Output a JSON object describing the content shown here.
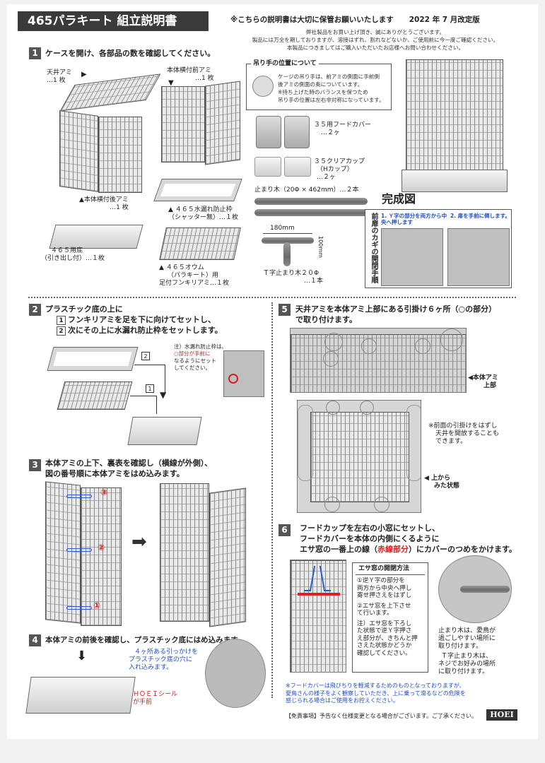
{
  "header": {
    "title": "465パラキート 組立説明書",
    "notice": "※こちらの説明書は大切に保管お願いいたします",
    "revision": "2022 年 7 月改定版",
    "sub_lines": [
      "弊社製品をお買い上げ頂き、誠にありがとうございます。",
      "製品には万全を期しておりますが、溶接はずれ、割れなどないか、ご使用前に今一度ご確認ください。",
      "本製品につきましてはご購入いただいたお店様へお問い合わせください。"
    ]
  },
  "step1": {
    "num": "1",
    "text": "ケースを開け、各部品の数を確認してください。",
    "parts": {
      "ceiling": [
        "天井アミ",
        "…1 枚"
      ],
      "front": [
        "本体横付前アミ",
        "…1 枚"
      ],
      "rear": [
        "▲本体横付後アミ",
        "…1 枚"
      ],
      "bottom": [
        "４６５用底",
        "（引き出し付）…１枚"
      ],
      "leakguard": [
        "▲ ４６５水漏れ防止枠",
        "（シャッター無）…１枚"
      ],
      "grate": [
        "▲ ４６５オウム",
        "（パラキート）用",
        "足付フンキリアミ…１枚"
      ]
    },
    "hanger": {
      "title": "吊り手の位置について",
      "lines": [
        "ケージの吊り手は、前アミの側面に手前側",
        "後アミの側面の奥についています。",
        "※持ち上げた時のバランスを保つため",
        "吊り手の位置は左右非対称になっています。"
      ]
    },
    "food_cover": [
      "３５用フードカバー",
      "…２ヶ"
    ],
    "clear_cup": [
      "３５クリアカップ",
      "（Hカップ）",
      "…２ヶ"
    ],
    "perch_label": "止まり木（20Φ × 462mm）…２本",
    "t_dim_w": "180mm",
    "t_dim_h": "100mm",
    "t_perch": [
      "Ｔ字止まり木２０Φ",
      "…１本"
    ],
    "complete": "完成図",
    "door_side": "前扉のカギの開閉手順",
    "door_step1": "1. Ｙ字の部分を両方から中央へ押します",
    "door_step2": "2. 扉を手前に倒します。"
  },
  "step2": {
    "num": "2",
    "line1": "プラスチック底の上に",
    "items": [
      {
        "n": "1",
        "text": "フンキリアミを足を下に向けてセットし、"
      },
      {
        "n": "2",
        "text": "次にその上に水漏れ防止枠をセットします。"
      }
    ],
    "note_lines": [
      "注）水漏れ防止枠は、",
      "○部分が手前に",
      "なるようにセット",
      "してください。"
    ],
    "mark2": "2",
    "mark1": "1"
  },
  "step3": {
    "num": "3",
    "lines": [
      "本体アミの上下、裏表を確認し（横線が外側）、",
      "図の番号順に本体アミをはめ込みます。"
    ],
    "circled": [
      "③",
      "②",
      "①"
    ]
  },
  "step4": {
    "num": "4",
    "text": "本体アミの前後を確認し、プラスチック底にはめ込みます。",
    "hook_note": [
      "４ヶ所ある引っかけを",
      "プラスチック底の穴に",
      "入れ込みます。"
    ],
    "seal_note": [
      "ＨＯＥＩシール",
      "が手前"
    ]
  },
  "step5": {
    "num": "5",
    "lines": [
      "天井アミを本体アミ上部にある引掛け６ヶ所（○の部分）",
      "で取り付けます。"
    ],
    "label_top": [
      "◀本体アミ",
      "上部"
    ],
    "open_note": [
      "※前面の引掛けをはずし",
      "天井を開放することも",
      "できます。"
    ],
    "top_view": [
      "◀ 上から",
      "みた状態"
    ]
  },
  "step6": {
    "num": "6",
    "line1": "フードカップを左右の小窓にセットし、",
    "line2": "フードカバーを本体の内側にくるように",
    "line3_a": "エサ窓の一番上の線（",
    "line3_red": "赤線部分",
    "line3_b": "）にカバーのつめをかけます。",
    "box_title": "エサ窓の開閉方法",
    "box_lines": [
      "①逆Ｙ字の部分を",
      "両方から中央へ押し",
      "寄せ押さえをはずし",
      "",
      "②エサ窓を上下させ",
      "て行います。",
      "",
      "注）エサ窓を下ろし",
      "た状態で逆Ｙ字押さ",
      "え部分が、きちんと押",
      "さえた状態かどうか",
      "確認してください。"
    ],
    "perch_note": [
      "止まり木は、愛鳥が",
      "過ごしやすい場所に",
      "取り付けます。"
    ],
    "t_note": [
      "Ｔ字止まり木は、",
      "ネジでお好みの場所",
      "に取り付けます。"
    ]
  },
  "footer": {
    "warn_lines": [
      "※フードカバーは飛びちりを軽減するためのものとなっておりますが、",
      "愛鳥さんの様子をよく観察していただき、上に乗って滑るなどの危険を",
      "感じられる場合はご使用をお控えください。"
    ],
    "disclaimer": "【免責事項】予告なく仕様変更となる場合がございます。ご了承ください。",
    "brand": "HOEI"
  }
}
